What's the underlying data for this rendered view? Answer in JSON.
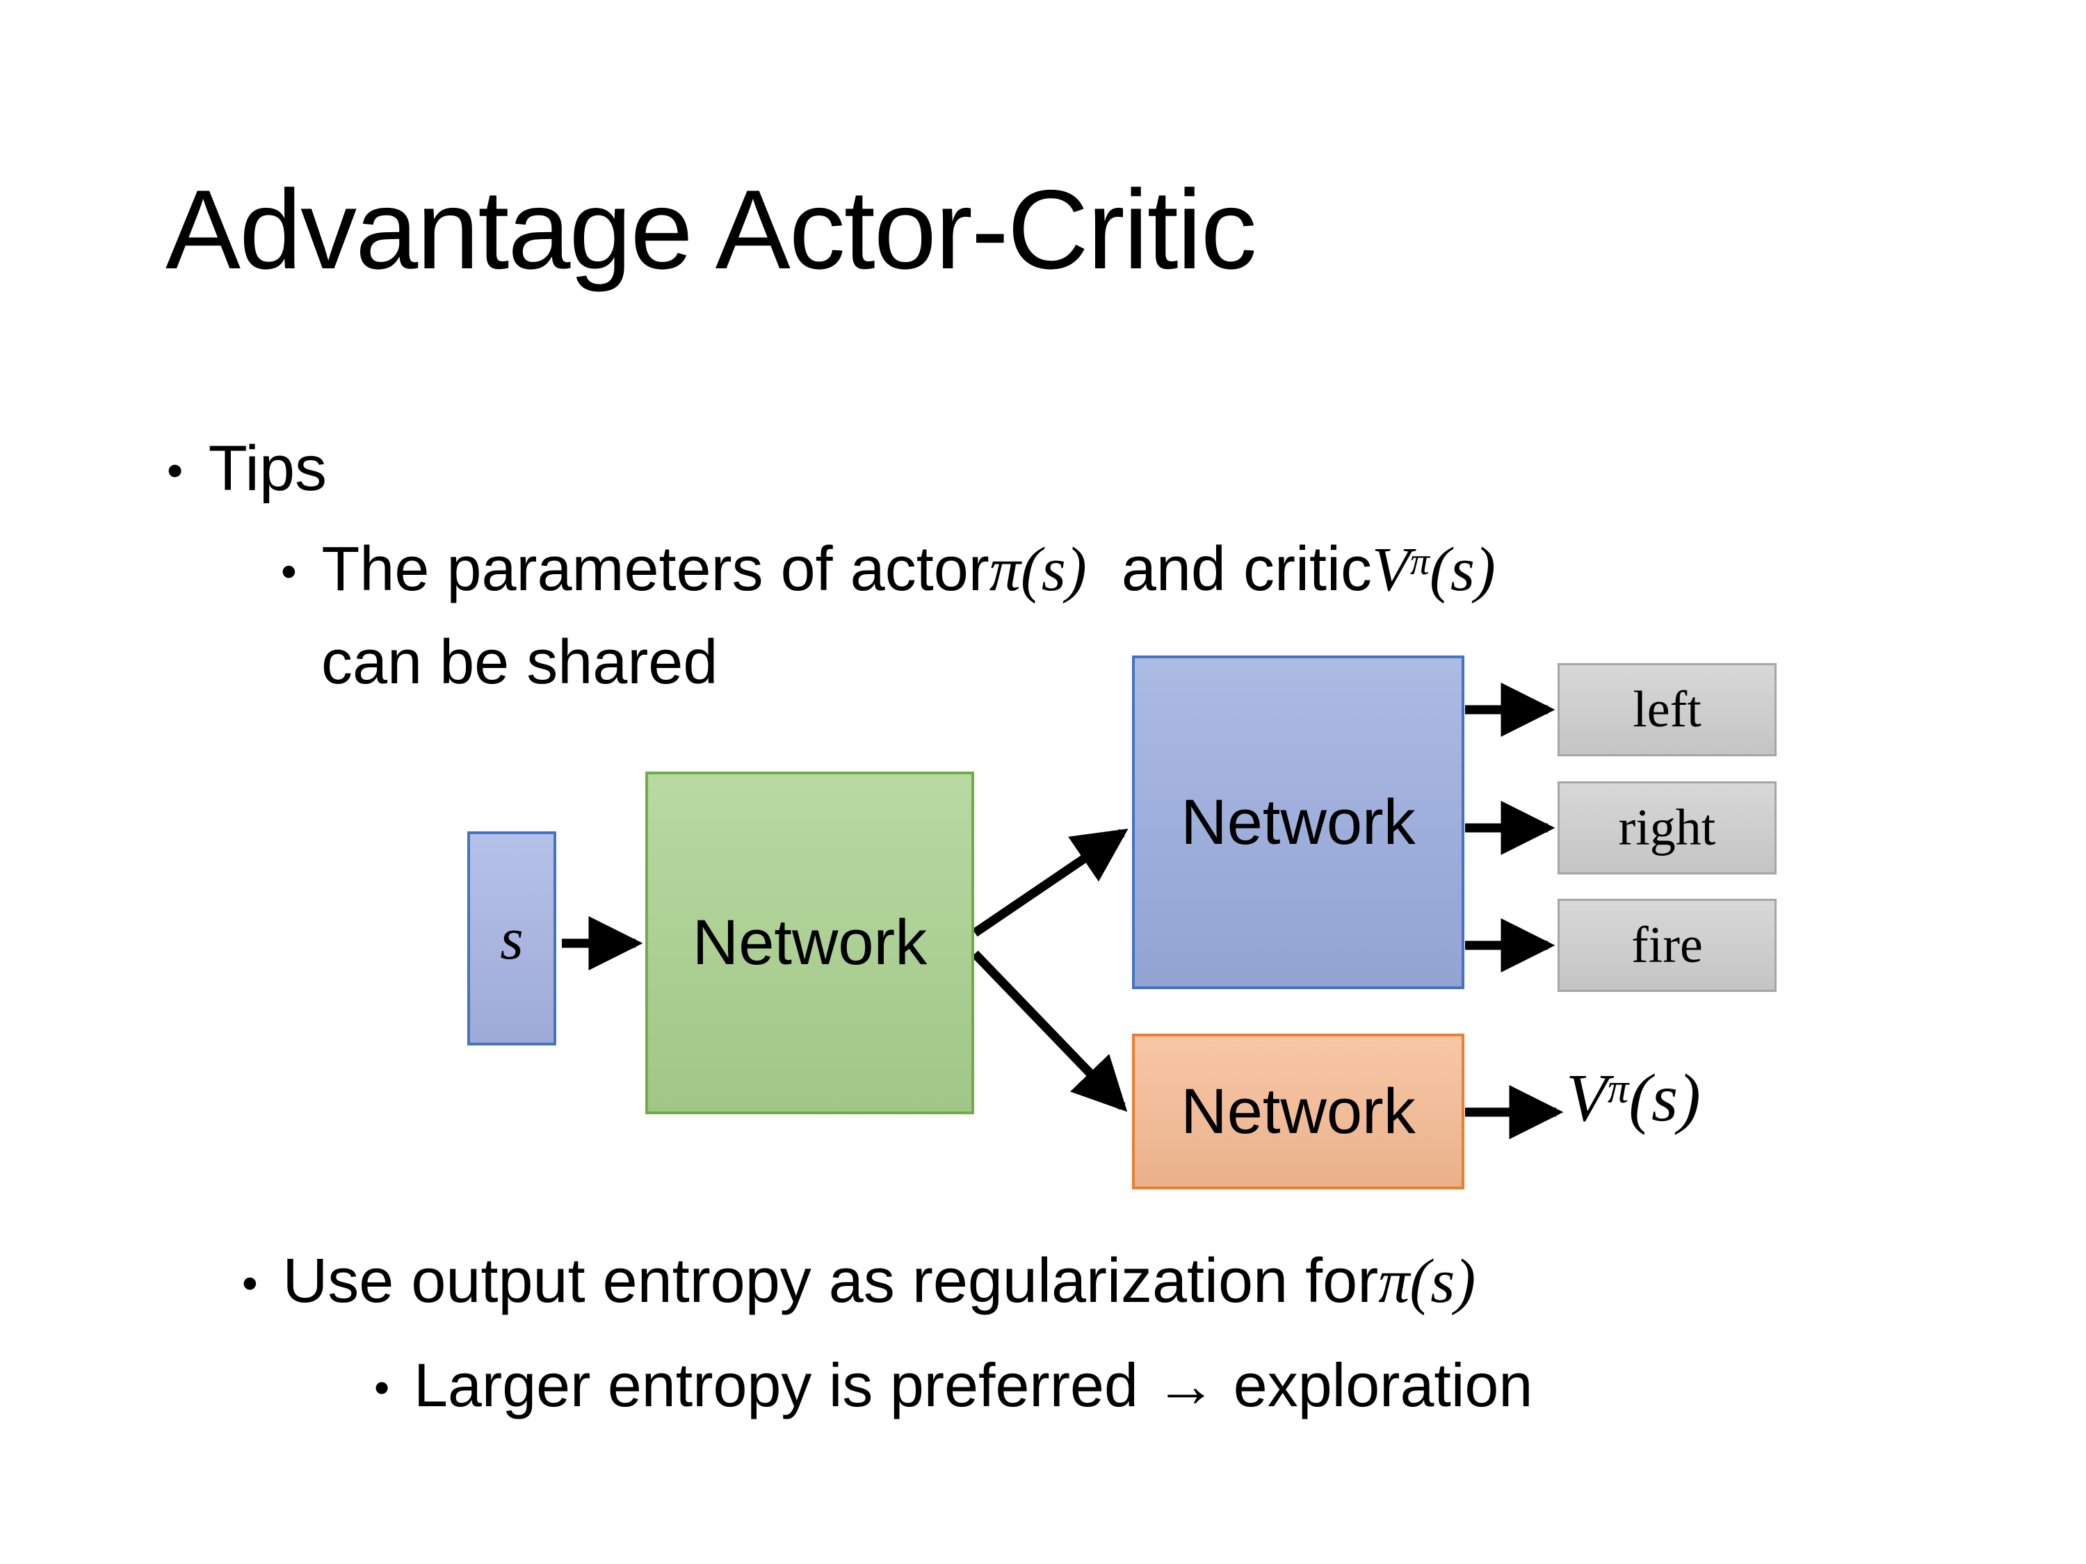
{
  "slide": {
    "bullet_char": "•",
    "title": "Advantage Actor-Critic",
    "tips": {
      "label": "Tips",
      "param_line": {
        "t1": "The parameters of actor ",
        "m1": "π(s)",
        "t2": "  and critic ",
        "v_base": "V",
        "v_sup": "π",
        "v_args": "(s)"
      },
      "param_line2": "can be shared",
      "entropy_line": {
        "t1": "Use output entropy as regularization for ",
        "m1": "π(s)"
      },
      "exploration_line": "Larger entropy is preferred → exploration"
    },
    "diagram": {
      "state_label": "s",
      "shared_network": "Network",
      "actor_network": "Network",
      "critic_network": "Network",
      "actions": [
        "left",
        "right",
        "fire"
      ],
      "critic_output": {
        "base": "V",
        "sup": "π",
        "args": "(s)"
      },
      "colors": {
        "state_fill": "#A6B4E3",
        "state_border": "#4472C4",
        "shared_fill": "#A9D18E",
        "shared_border": "#70AD47",
        "actor_fill": "#9AACDE",
        "actor_border": "#4472C4",
        "critic_fill": "#F6BB93",
        "critic_border": "#ED7D31",
        "action_fill": "#CFCFCF",
        "action_border": "#A6A6A6",
        "arrow": "#000000"
      }
    }
  }
}
